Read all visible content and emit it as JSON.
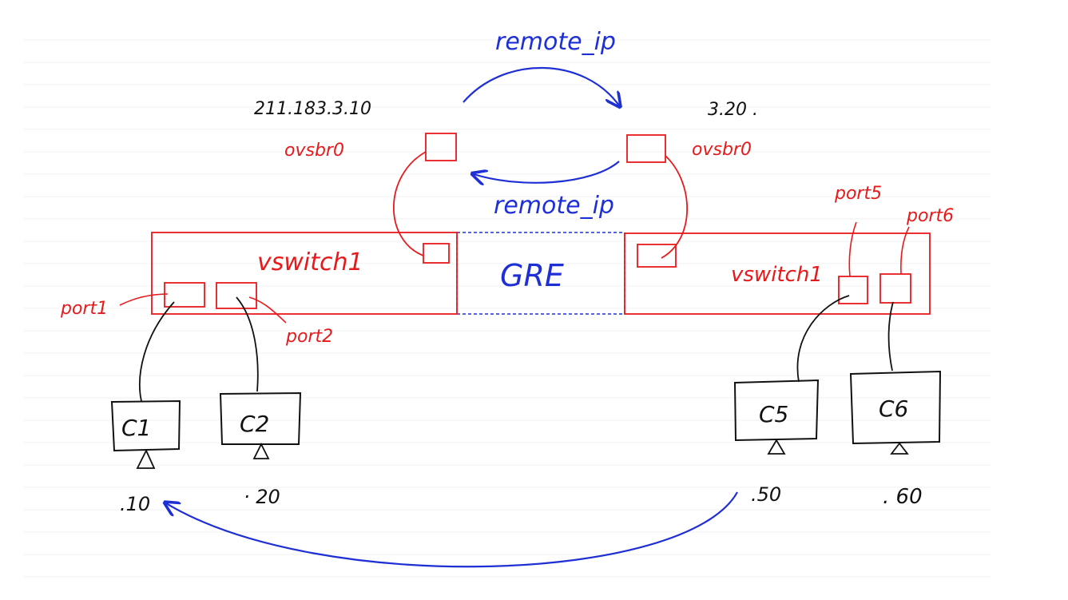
{
  "labels": {
    "remote_ip_top": "remote_ip",
    "remote_ip_bottom": "remote_ip",
    "host_left_ip": "211.183.3.10",
    "host_right_ip": "3.20 .",
    "ovs_left": "ovsbr0",
    "ovs_right": "ovsbr0",
    "vswitch_left": "vswitch1",
    "vswitch_right": "vswitch1",
    "gre": "GRE",
    "port1": "port1",
    "port2": "port2",
    "port5": "port5",
    "port6": "port6",
    "c1": "C1",
    "c2": "C2",
    "c5": "C5",
    "c6": "C6",
    "ip_c1": ".10",
    "ip_c2": "· 20",
    "ip_c5": ".50",
    "ip_c6": ". 60"
  },
  "colors": {
    "red": "#e8191b",
    "blue": "#1f2fd6",
    "black": "#111111",
    "guide": "#f0f0f0"
  }
}
